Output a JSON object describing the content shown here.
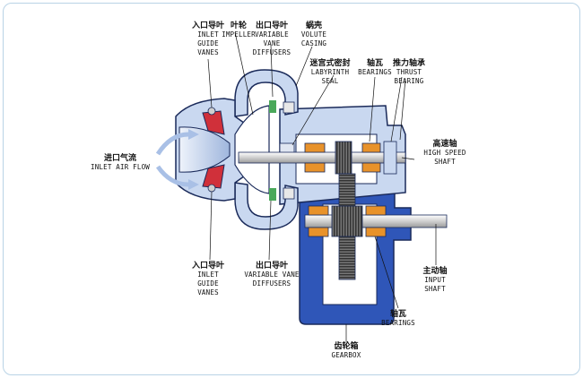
{
  "labels": {
    "inlet_guide_vanes_top": {
      "zh": "入口导叶",
      "en": [
        "INLET",
        "GUIDE",
        "VANES"
      ]
    },
    "impeller": {
      "zh": "叶轮",
      "en": [
        "IMPELLER"
      ]
    },
    "variable_vane_diffusers_top": {
      "zh": "出口导叶",
      "en": [
        "VARIABLE",
        "VANE",
        "DIFFUSERS"
      ]
    },
    "volute_casing": {
      "zh": "蜗壳",
      "en": [
        "VOLUTE",
        "CASING"
      ]
    },
    "labyrinth_seal": {
      "zh": "迷宫式密封",
      "en": [
        "LABYRINTH",
        "SEAL"
      ]
    },
    "bearings_top": {
      "zh": "轴瓦",
      "en": [
        "BEARINGS"
      ]
    },
    "thrust_bearing": {
      "zh": "推力轴承",
      "en": [
        "THRUST",
        "BEARING"
      ]
    },
    "high_speed_shaft": {
      "zh": "高速轴",
      "en": [
        "HIGH SPEED",
        "SHAFT"
      ]
    },
    "inlet_air_flow": {
      "zh": "进口气流",
      "en": [
        "INLET AIR FLOW"
      ]
    },
    "inlet_guide_vanes_bottom": {
      "zh": "入口导叶",
      "en": [
        "INLET",
        "GUIDE",
        "VANES"
      ]
    },
    "variable_vane_diffusers_bottom": {
      "zh": "出口导叶",
      "en": [
        "VARIABLE VANE",
        "DIFFUSERS"
      ]
    },
    "input_shaft": {
      "zh": "主动轴",
      "en": [
        "INPUT",
        "SHAFT"
      ]
    },
    "bearings_bottom": {
      "zh": "轴瓦",
      "en": [
        "BEARINGS"
      ]
    },
    "gearbox": {
      "zh": "齿轮箱",
      "en": [
        "GEARBOX"
      ]
    }
  },
  "colors": {
    "casing": "#2f56b8",
    "casing_light": "#c9d8f0",
    "outline": "#1a2a5a",
    "bearing": "#e8922a",
    "vane": "#d0303a",
    "gear": "#555555",
    "shaft": "#e6e6e6",
    "frame": "#b9d3e6"
  }
}
